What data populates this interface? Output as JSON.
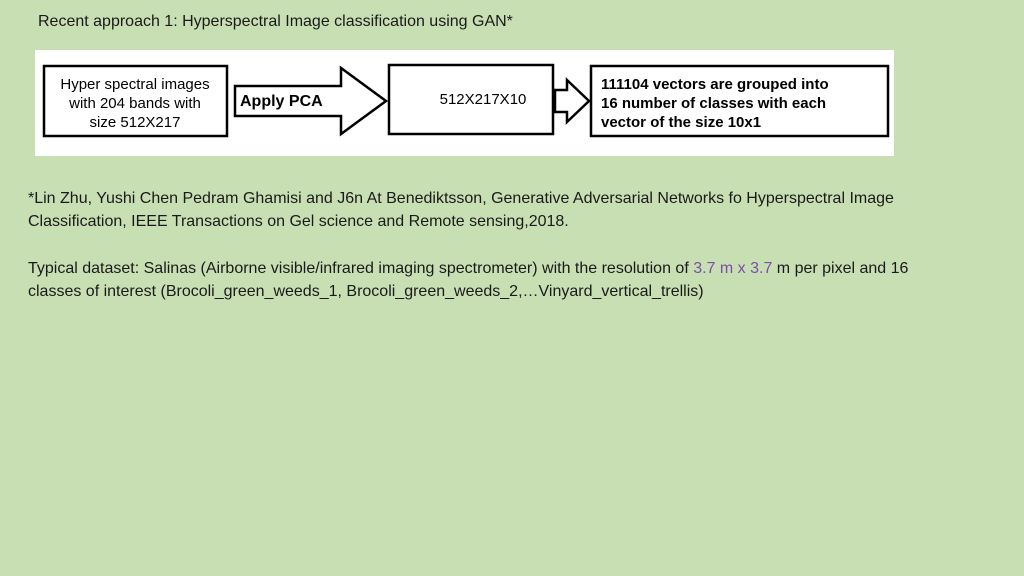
{
  "slide": {
    "title": "Recent approach 1:  Hyperspectral Image classification using GAN*"
  },
  "flow": {
    "input_box": [
      "Hyper spectral images",
      "with 204 bands with",
      "size 512X217"
    ],
    "arrow_label": "Apply PCA",
    "middle_box": "512X217X10",
    "output_box": [
      "111104 vectors are grouped into",
      "16 number of classes with each",
      "vector of the size 10x1"
    ]
  },
  "reference": {
    "line1": "*Lin Zhu, Yushi Chen Pedram Ghamisi and J6n At Benediktsson, Generative Adversarial Networks fo Hyperspectral Image",
    "line2": "Classification, IEEE Transactions on Gel science and Remote sensing,2018."
  },
  "dataset": {
    "prefix": "Typical dataset: Salinas (Airborne visible/infrared imaging spectrometer) with the resolution of ",
    "resolution": "3.7 m x 3.7",
    "suffix": " m per pixel and 16",
    "line2": "classes of interest (Brocoli_green_weeds_1,  Brocoli_green_weeds_2,…Vinyard_vertical_trellis)"
  },
  "colors": {
    "background": "#c8dfb4",
    "accent": "#7a4fa8"
  }
}
